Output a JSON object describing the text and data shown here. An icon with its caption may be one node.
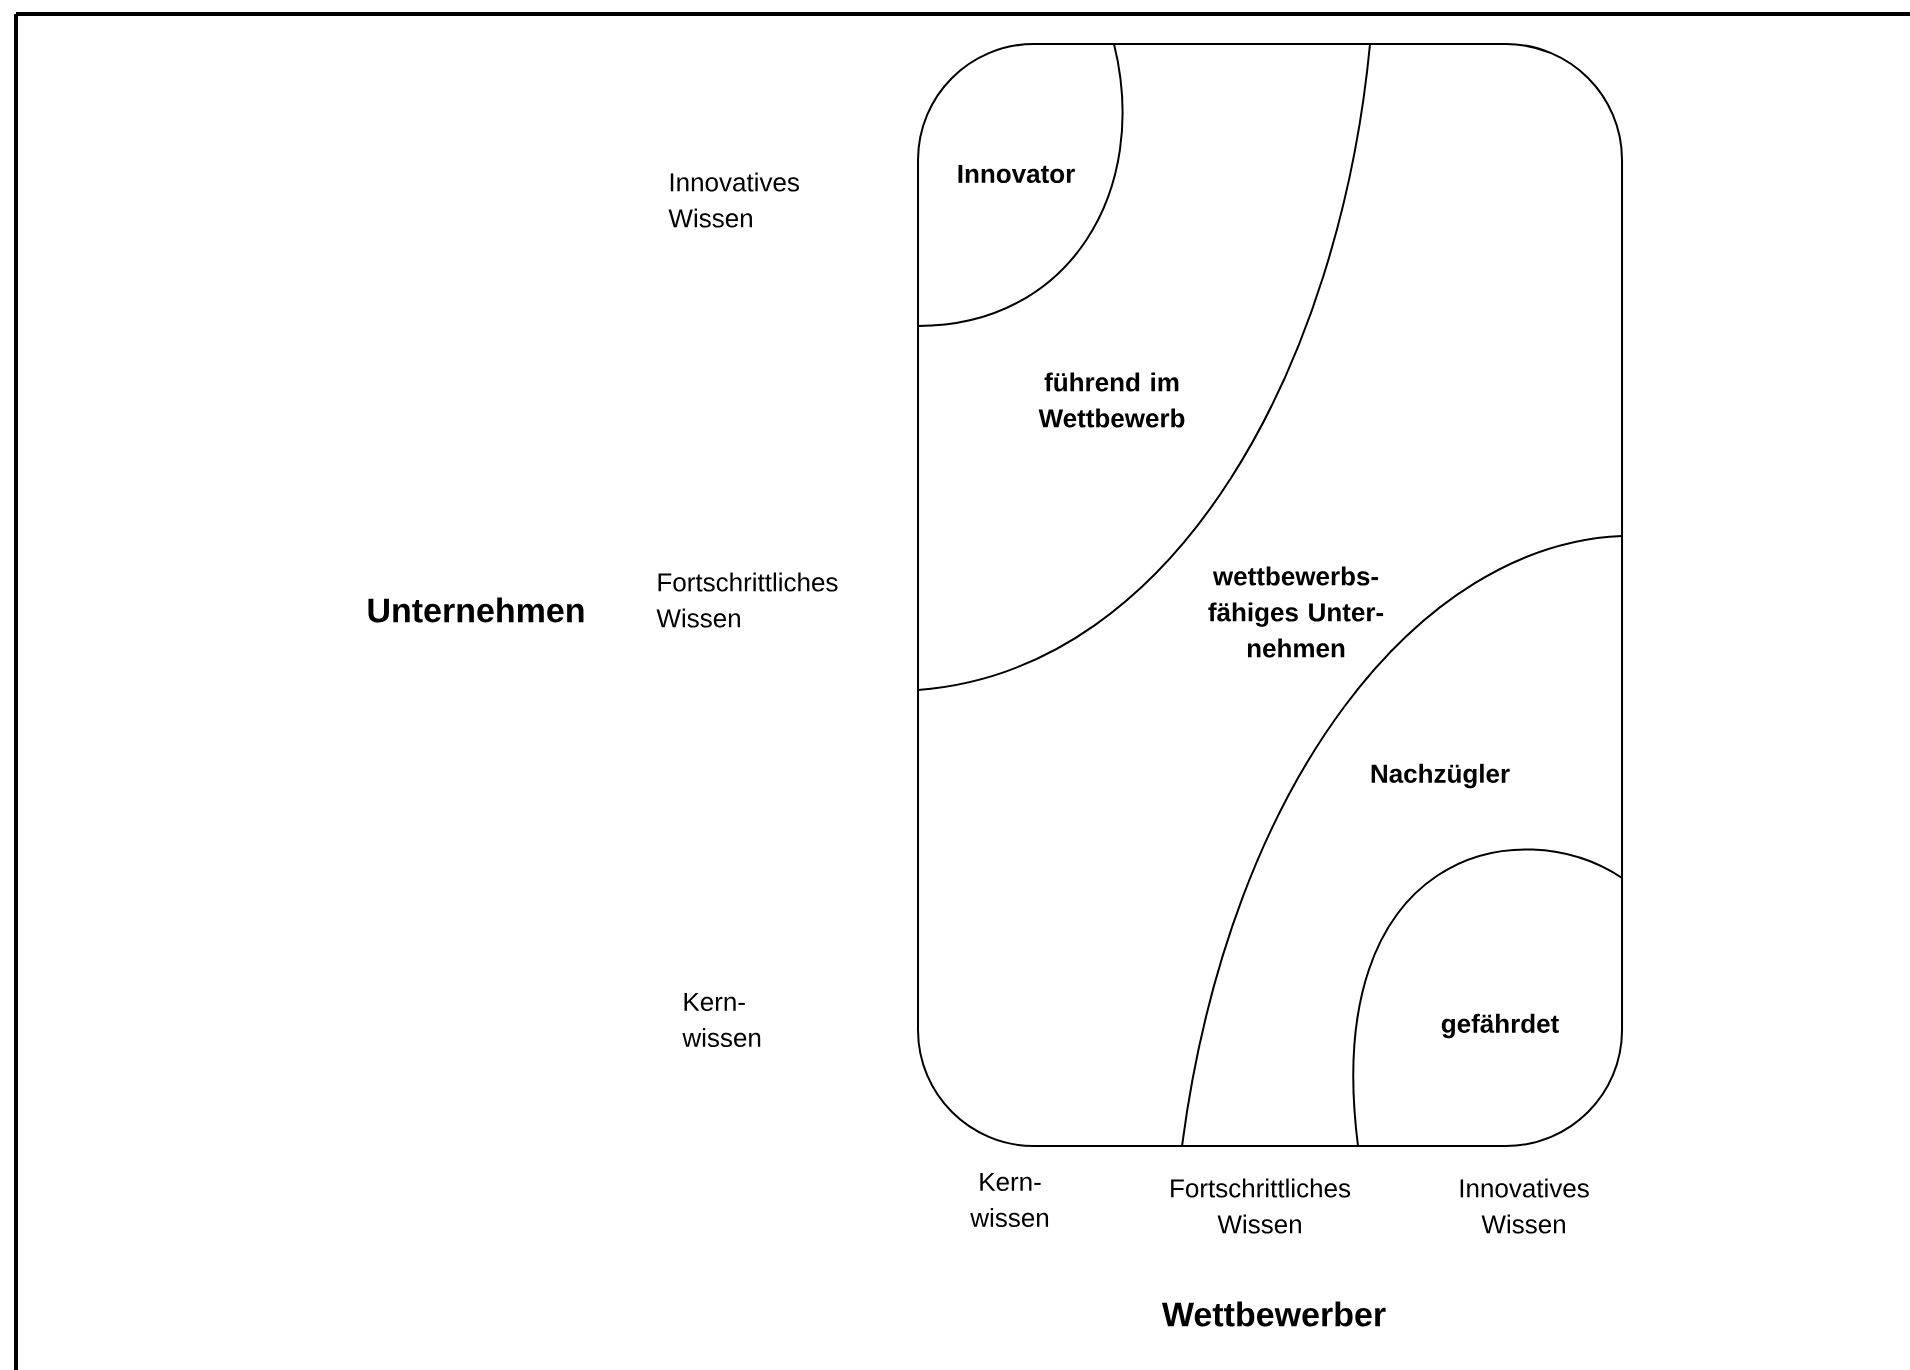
{
  "diagram": {
    "labels": [
      "Innovatives Wissen",
      "Innovator",
      "führend im Wettbewerb",
      "Fortschrittliches Wissen",
      "Unternehmen",
      "wettbewerbs- fähiges Unter- nehmen",
      "Nachzügler",
      "Kern- wissen",
      "gefährdet",
      "Kern- wissen",
      "Fortschrittliches Wissen",
      "Innovatives Wissen",
      "Wettbewerber"
    ]
  }
}
